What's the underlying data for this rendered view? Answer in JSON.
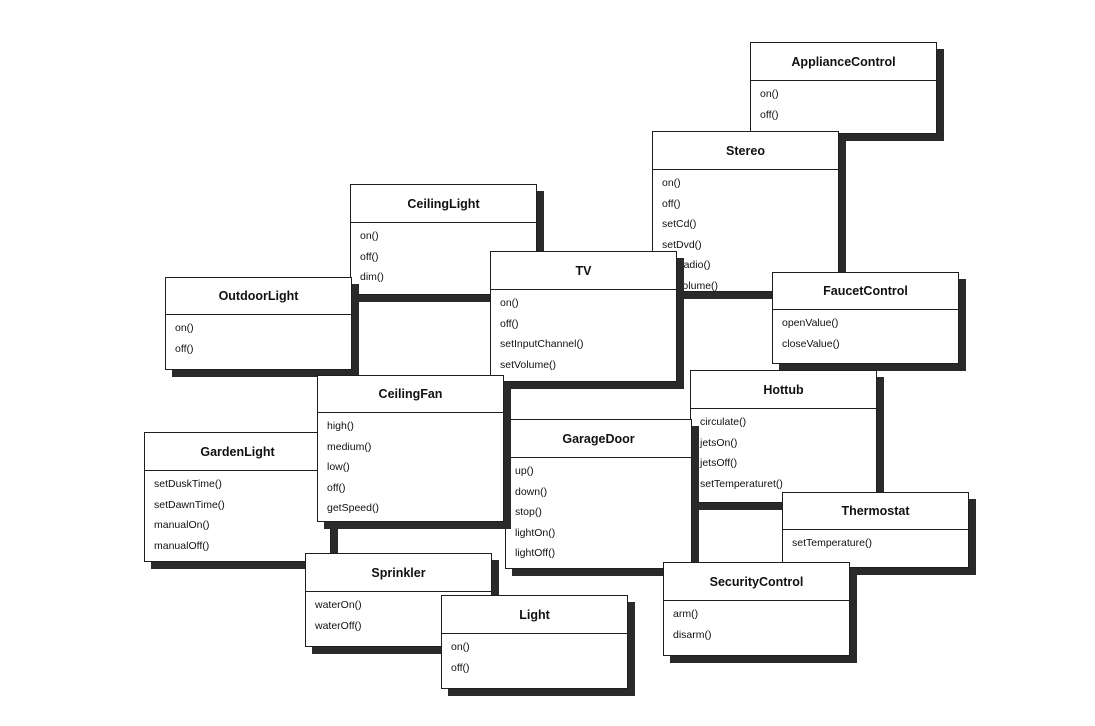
{
  "classes": [
    {
      "id": "appliance-control",
      "name": "ApplianceControl",
      "methods": [
        "on()",
        "off()"
      ]
    },
    {
      "id": "stereo",
      "name": "Stereo",
      "methods": [
        "on()",
        "off()",
        "setCd()",
        "setDvd()",
        "setRadio()",
        "setVolume()"
      ]
    },
    {
      "id": "ceiling-light",
      "name": "CeilingLight",
      "methods": [
        "on()",
        "off()",
        "dim()"
      ]
    },
    {
      "id": "outdoor-light",
      "name": "OutdoorLight",
      "methods": [
        "on()",
        "off()"
      ]
    },
    {
      "id": "tv",
      "name": "TV",
      "methods": [
        "on()",
        "off()",
        "setInputChannel()",
        "setVolume()"
      ]
    },
    {
      "id": "faucet-control",
      "name": "FaucetControl",
      "methods": [
        "openValue()",
        "closeValue()"
      ]
    },
    {
      "id": "hottub",
      "name": "Hottub",
      "methods": [
        "circulate()",
        "jetsOn()",
        "jetsOff()",
        "setTemperaturet()"
      ]
    },
    {
      "id": "garden-light",
      "name": "GardenLight",
      "methods": [
        "setDuskTime()",
        "setDawnTime()",
        "manualOn()",
        "manualOff()"
      ]
    },
    {
      "id": "thermostat",
      "name": "Thermostat",
      "methods": [
        "setTemperature()"
      ]
    },
    {
      "id": "garage-door",
      "name": "GarageDoor",
      "methods": [
        "up()",
        "down()",
        "stop()",
        "lightOn()",
        "lightOff()"
      ]
    },
    {
      "id": "ceiling-fan",
      "name": "CeilingFan",
      "methods": [
        "high()",
        "medium()",
        "low()",
        "off()",
        "getSpeed()"
      ]
    },
    {
      "id": "sprinkler",
      "name": "Sprinkler",
      "methods": [
        "waterOn()",
        "waterOff()"
      ]
    },
    {
      "id": "security-control",
      "name": "SecurityControl",
      "methods": [
        "arm()",
        "disarm()"
      ]
    },
    {
      "id": "light",
      "name": "Light",
      "methods": [
        "on()",
        "off()"
      ]
    }
  ]
}
